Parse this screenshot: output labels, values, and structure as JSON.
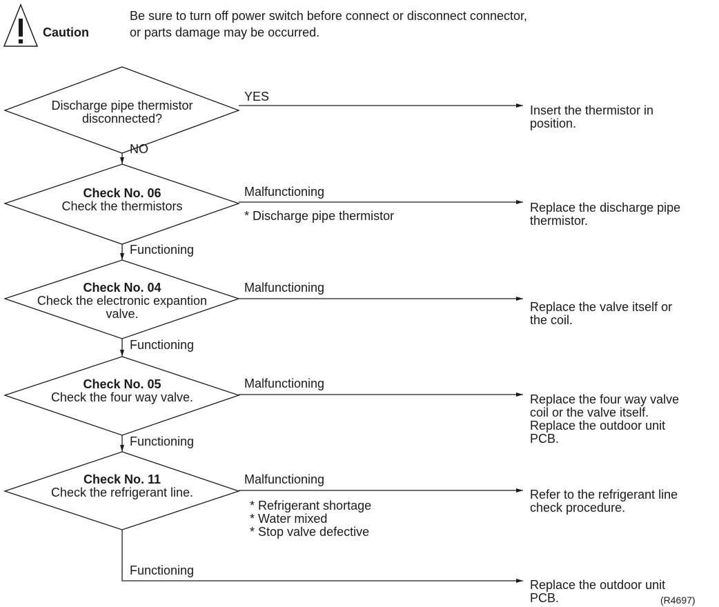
{
  "caution": {
    "label": "Caution",
    "line1": "Be sure to turn off power switch before connect or disconnect connector,",
    "line2": "or parts damage may be occurred."
  },
  "steps": [
    {
      "title": "",
      "line1": "Discharge pipe thermistor",
      "line2": "disconnected?",
      "branch_label": "YES",
      "branch_notes": [],
      "result_lines": [
        "Insert the thermistor in",
        "position."
      ],
      "next_label": "NO"
    },
    {
      "title": "Check No. 06",
      "line1": "Check the thermistors",
      "line2": "",
      "branch_label": "Malfunctioning",
      "branch_notes": [
        "* Discharge pipe thermistor"
      ],
      "result_lines": [
        "Replace the discharge pipe",
        "thermistor."
      ],
      "next_label": "Functioning"
    },
    {
      "title": "Check No. 04",
      "line1": "Check the electronic expantion",
      "line2": "valve.",
      "branch_label": "Malfunctioning",
      "branch_notes": [],
      "result_lines": [
        "Replace the valve itself or",
        "the coil."
      ],
      "next_label": "Functioning"
    },
    {
      "title": "Check No. 05",
      "line1": "Check the four way valve.",
      "line2": "",
      "branch_label": "Malfunctioning",
      "branch_notes": [],
      "result_lines": [
        "Replace the four way valve",
        "coil or the valve itself.",
        "Replace the outdoor unit",
        "PCB."
      ],
      "next_label": "Functioning"
    },
    {
      "title": "Check No. 11",
      "line1": "Check the refrigerant line.",
      "line2": "",
      "branch_label": "Malfunctioning",
      "branch_notes": [
        "* Refrigerant shortage",
        "* Water mixed",
        "* Stop valve defective"
      ],
      "result_lines": [
        "Refer to the refrigerant line",
        "check procedure."
      ],
      "next_label": "Functioning"
    }
  ],
  "final": {
    "result_lines": [
      "Replace the outdoor unit",
      "PCB."
    ]
  },
  "figure_ref": "(R4697)"
}
